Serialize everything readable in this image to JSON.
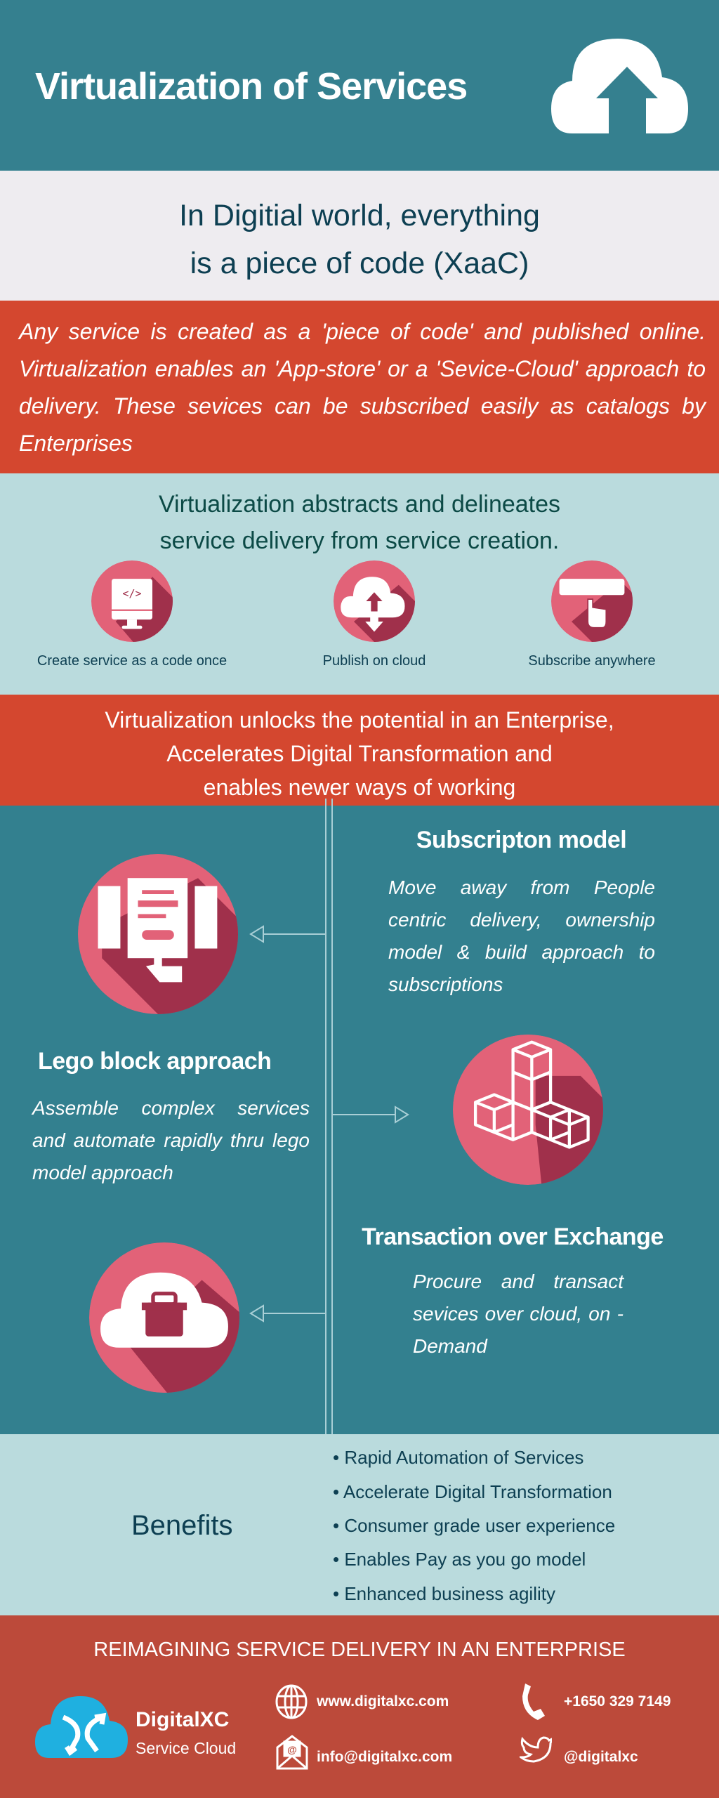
{
  "header": {
    "title": "Virtualization of Services",
    "icon": "cloud-upload-icon"
  },
  "intro": {
    "line1": "In Digitial world, everything",
    "line2": "is a piece of code (XaaC)"
  },
  "description": "Any service is created as a 'piece of code' and published online. Virtualization enables an 'App-store' or a 'Sevice-Cloud' approach to delivery. These sevices can be subscribed easily as catalogs by Enterprises",
  "abstraction": {
    "line1": "Virtualization  abstracts and delineates",
    "line2": "service delivery from service creation.",
    "steps": [
      {
        "label": "Create service as a code once",
        "icon": "code-monitor-icon"
      },
      {
        "label": "Publish on cloud",
        "icon": "cloud-sync-icon"
      },
      {
        "label": "Subscribe anywhere",
        "icon": "click-button-icon"
      }
    ]
  },
  "unlock": {
    "line1": "Virtualization unlocks the potential in an Enterprise,",
    "line2": "Accelerates Digital Transformation and",
    "line3": "enables newer ways of  working"
  },
  "features": [
    {
      "title": "Subscripton model",
      "description": "Move away from People centric delivery, ownership model & build approach to subscriptions",
      "icon": "server-touch-icon"
    },
    {
      "title": "Lego block approach",
      "description": "Assemble complex services and automate rapidly thru lego model approach",
      "icon": "blocks-icon"
    },
    {
      "title": "Transaction over Exchange",
      "description": "Procure and transact sevices over cloud, on - Demand",
      "icon": "cloud-basket-icon"
    }
  ],
  "benefits": {
    "title": "Benefits",
    "items": [
      "• Rapid Automation of Services",
      "• Accelerate Digital Transformation",
      "• Consumer grade user experience",
      "• Enables Pay as you go model",
      "• Enhanced business agility"
    ]
  },
  "footer": {
    "tagline": "REIMAGINING SERVICE DELIVERY IN AN ENTERPRISE",
    "brand": "DigitalXC",
    "brand_sub": "Service Cloud",
    "website": "www.digitalxc.com",
    "phone": "+1650 329 7149",
    "email": "info@digitalxc.com",
    "twitter": "@digitalxc"
  },
  "colors": {
    "teal": "#35808f",
    "red": "#d4472f",
    "light": "#badbdd",
    "pink": "#e26278",
    "shadow": "#a0304b",
    "footer": "#bc4a3a"
  }
}
